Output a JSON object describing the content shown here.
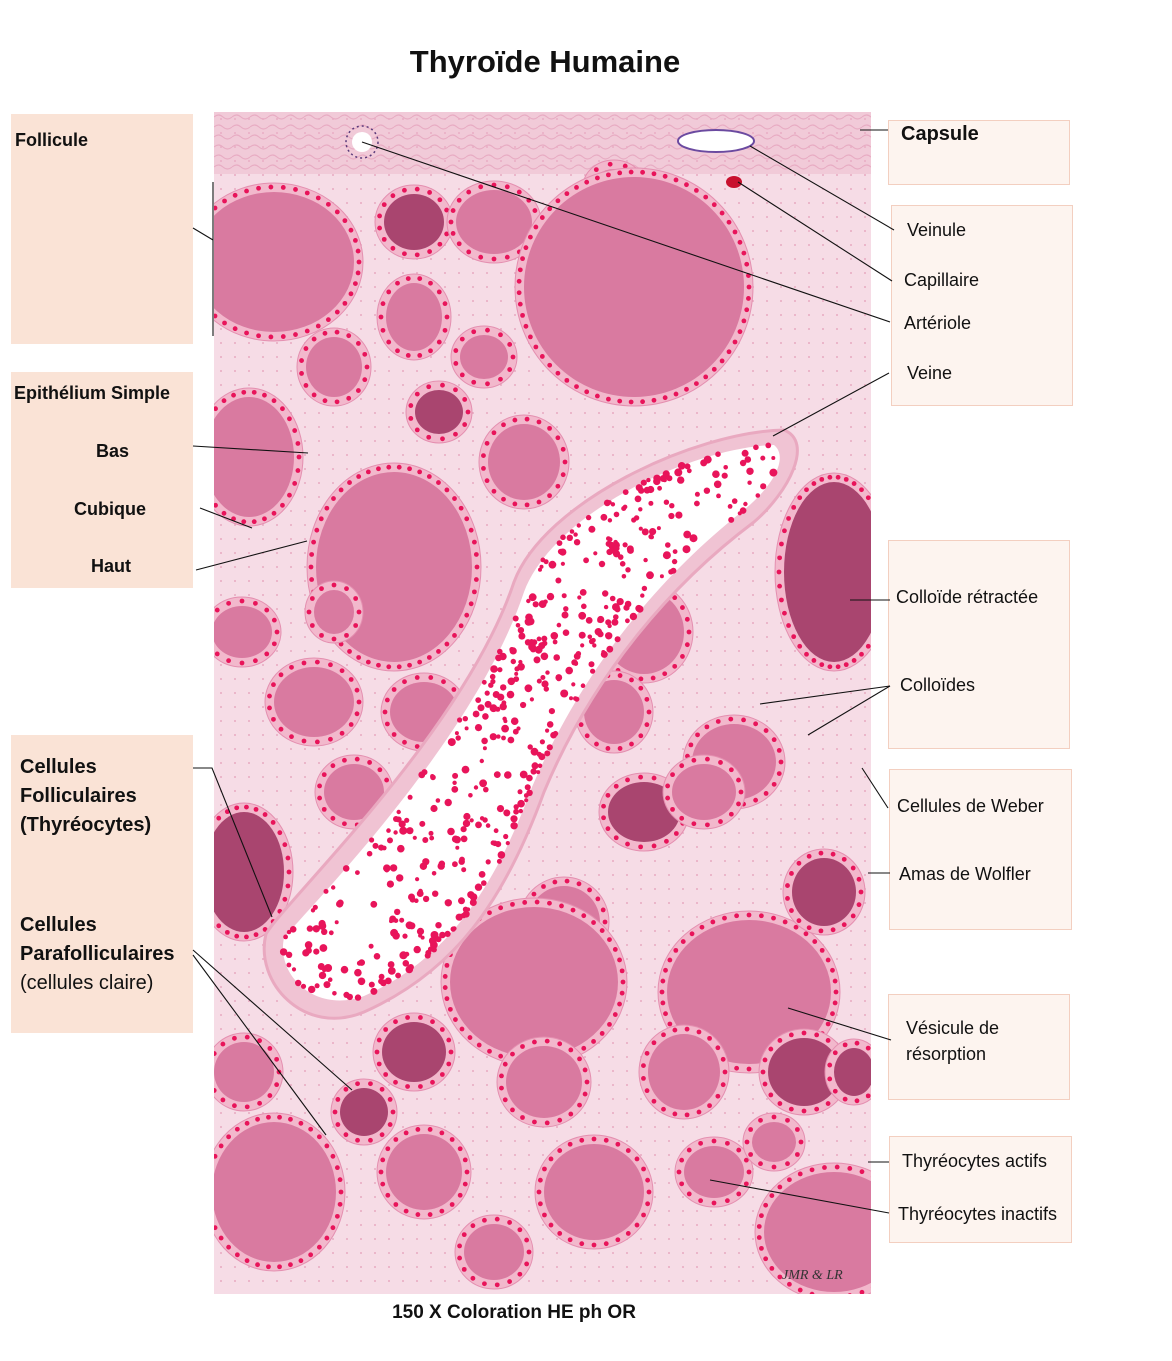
{
  "title": "Thyroïde Humaine",
  "caption": "150 X Coloration HE ph OR",
  "signature": "JMR  & LR",
  "left_labels": {
    "follicule": "Follicule",
    "epithelium": "Epithélium Simple",
    "bas": "Bas",
    "cubique": "Cubique",
    "haut": "Haut",
    "cellules_folliculaires": [
      "Cellules",
      "Folliculaires",
      "(Thyréocytes)"
    ],
    "cellules_parafolliculaires": [
      "Cellules",
      "Parafolliculaires",
      "(cellules claire)"
    ]
  },
  "right_labels": {
    "capsule": "Capsule",
    "veinule": "Veinule",
    "capillaire": "Capillaire",
    "arteriole": "Artériole",
    "veine": "Veine",
    "colloide_retractee": "Colloïde rétractée",
    "colloides": "Colloïdes",
    "cellules_weber": "Cellules de Weber",
    "amas_wolfler": "Amas de Wolfler",
    "vesicule": [
      "Vésicule de",
      "résorption"
    ],
    "thyreocytes_actifs": "Thyréocytes actifs",
    "thyreocytes_inactifs": "Thyréocytes inactifs"
  },
  "colors": {
    "stroma": "#f6dce6",
    "colloid": "#d97aa0",
    "colloid_dark": "#a9456f",
    "epithelium": "#f2b8cc",
    "nucleus": "#e8145a",
    "fiber": "#e7a3bd",
    "vessel_wall": "#f0c3d3",
    "rbc": "#e8145a",
    "label_box": "#fae3d6",
    "label_box_light": "#fdf4ef"
  }
}
